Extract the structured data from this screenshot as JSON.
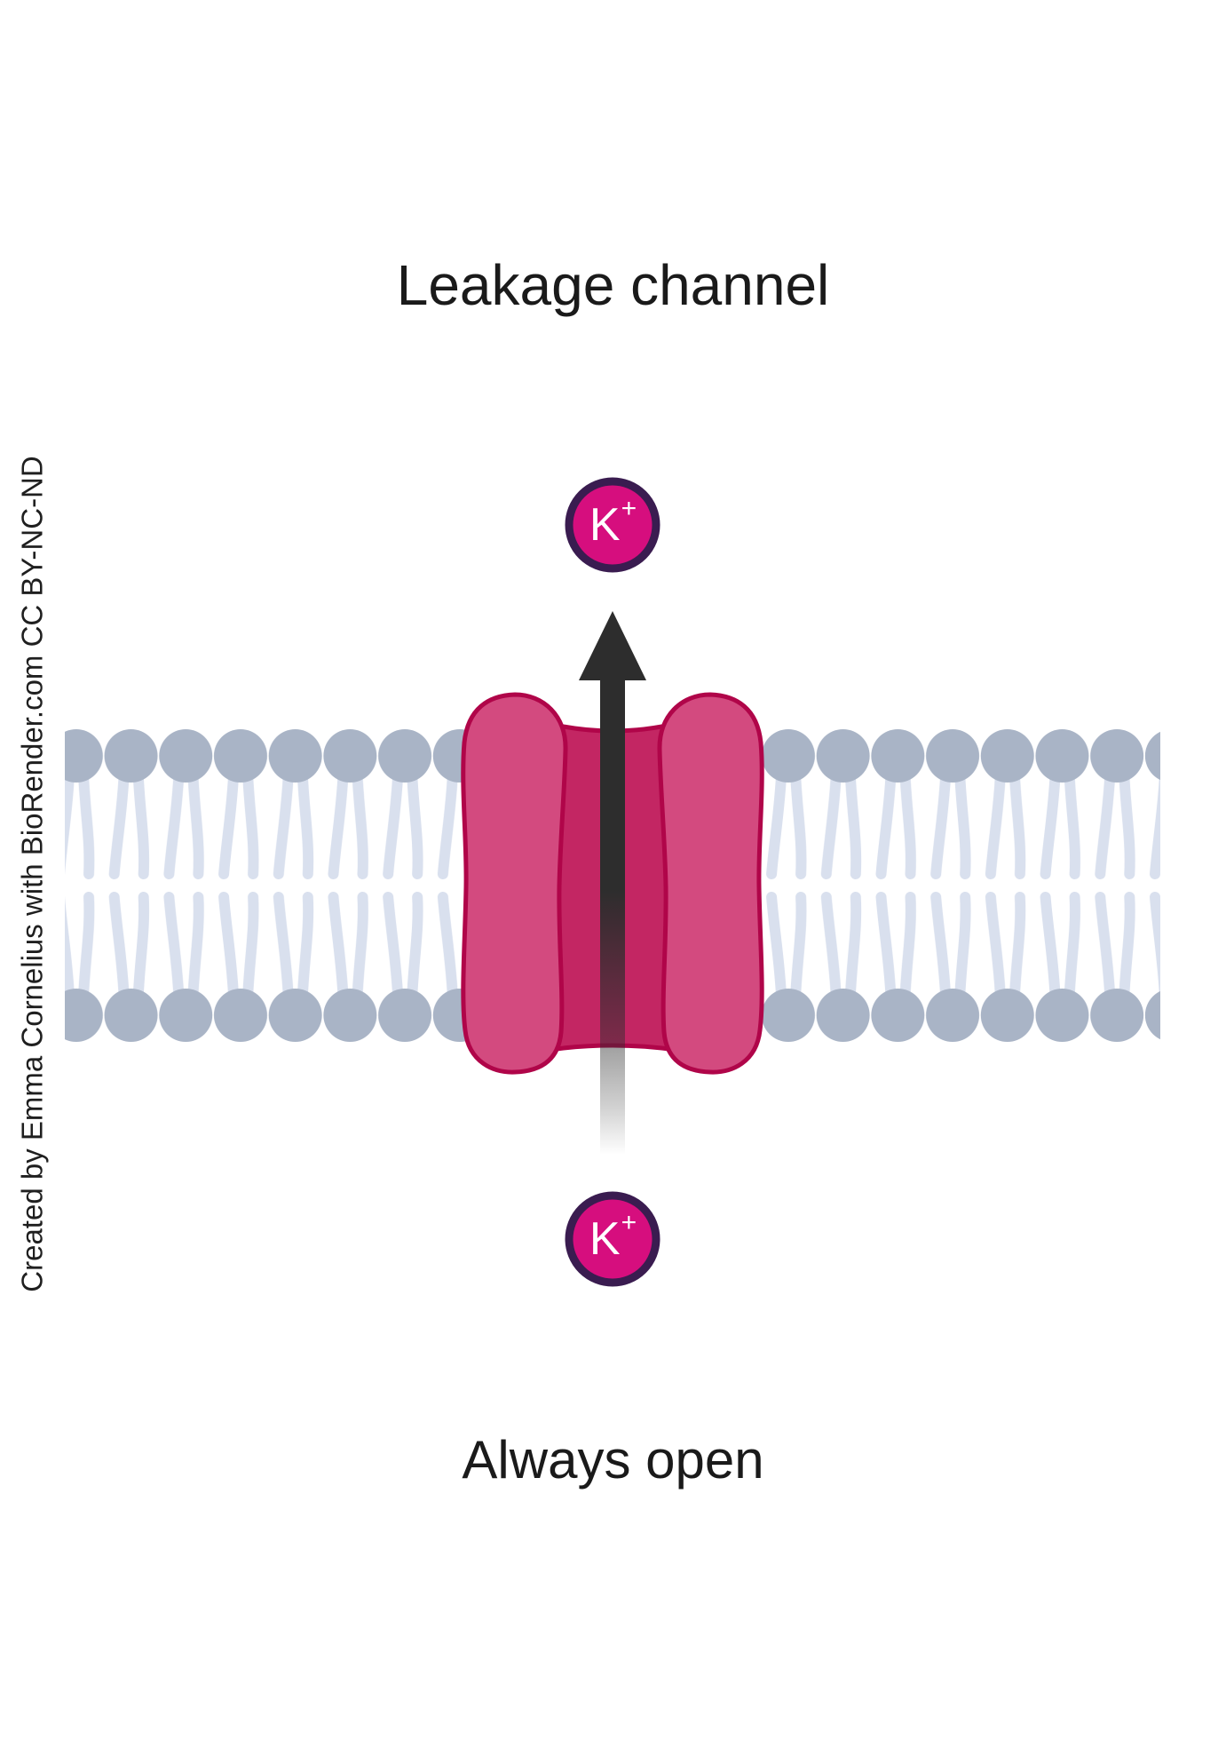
{
  "title": "Leakage channel",
  "caption": "Always open",
  "attribution": "Created by Emma Cornelius with BioRender.com CC BY-NC-ND",
  "ions": {
    "top": {
      "symbol": "K",
      "charge": "+"
    },
    "bottom": {
      "symbol": "K",
      "charge": "+"
    }
  },
  "colors": {
    "background": "#ffffff",
    "text": "#1a1a1a",
    "ion_fill": "#d60e7e",
    "ion_border": "#3a1c50",
    "channel_subunit": "#d34a7f",
    "channel_pore": "#c32663",
    "channel_outline": "#b00549",
    "lipid_head": "#a9b4c6",
    "lipid_tail": "#d9e0ee",
    "arrow": "#2d2d2d"
  }
}
